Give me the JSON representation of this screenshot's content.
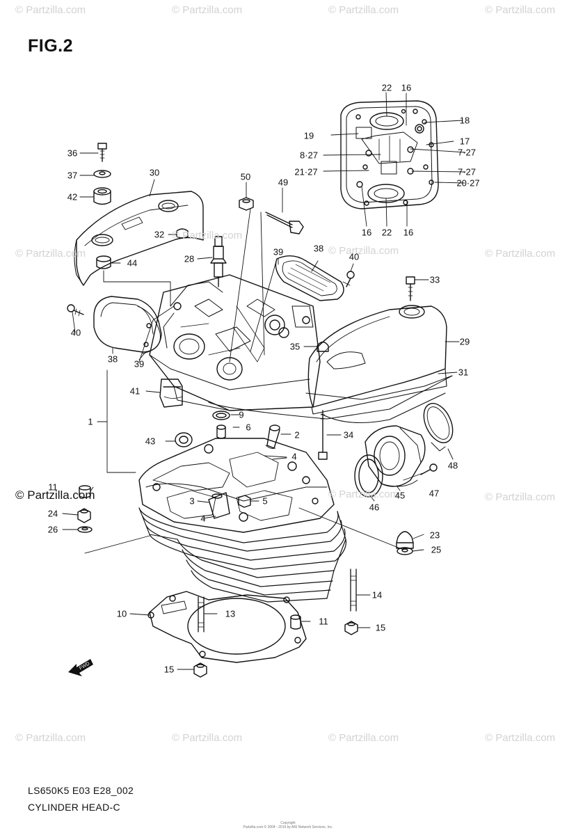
{
  "figure_title": "FIG.2",
  "watermark_text": "© Partzilla.com",
  "watermark_strong_text": "© Partzilla.com",
  "caption": {
    "code": "LS650K5 E03 E28_002",
    "name": "CYLINDER HEAD-C"
  },
  "copyright": {
    "line1": "Copyright",
    "line2": "Partzilla.com © 2004 - 2019 by ARI Network Services, Inc."
  },
  "fwd_label": "FWD",
  "callouts": [
    "22",
    "16",
    "18",
    "19",
    "17",
    "8·27",
    "7·27",
    "21·27",
    "7·27",
    "20·27",
    "16",
    "22",
    "16",
    "36",
    "30",
    "37",
    "42",
    "50",
    "49",
    "32",
    "39",
    "38",
    "28",
    "44",
    "40",
    "33",
    "40",
    "29",
    "38",
    "39",
    "35",
    "31",
    "41",
    "9",
    "1",
    "6",
    "2",
    "43",
    "34",
    "4",
    "48",
    "11",
    "3",
    "5",
    "24",
    "4",
    "46",
    "45",
    "47",
    "26",
    "23",
    "25",
    "14",
    "10",
    "13",
    "11",
    "15",
    "15"
  ]
}
